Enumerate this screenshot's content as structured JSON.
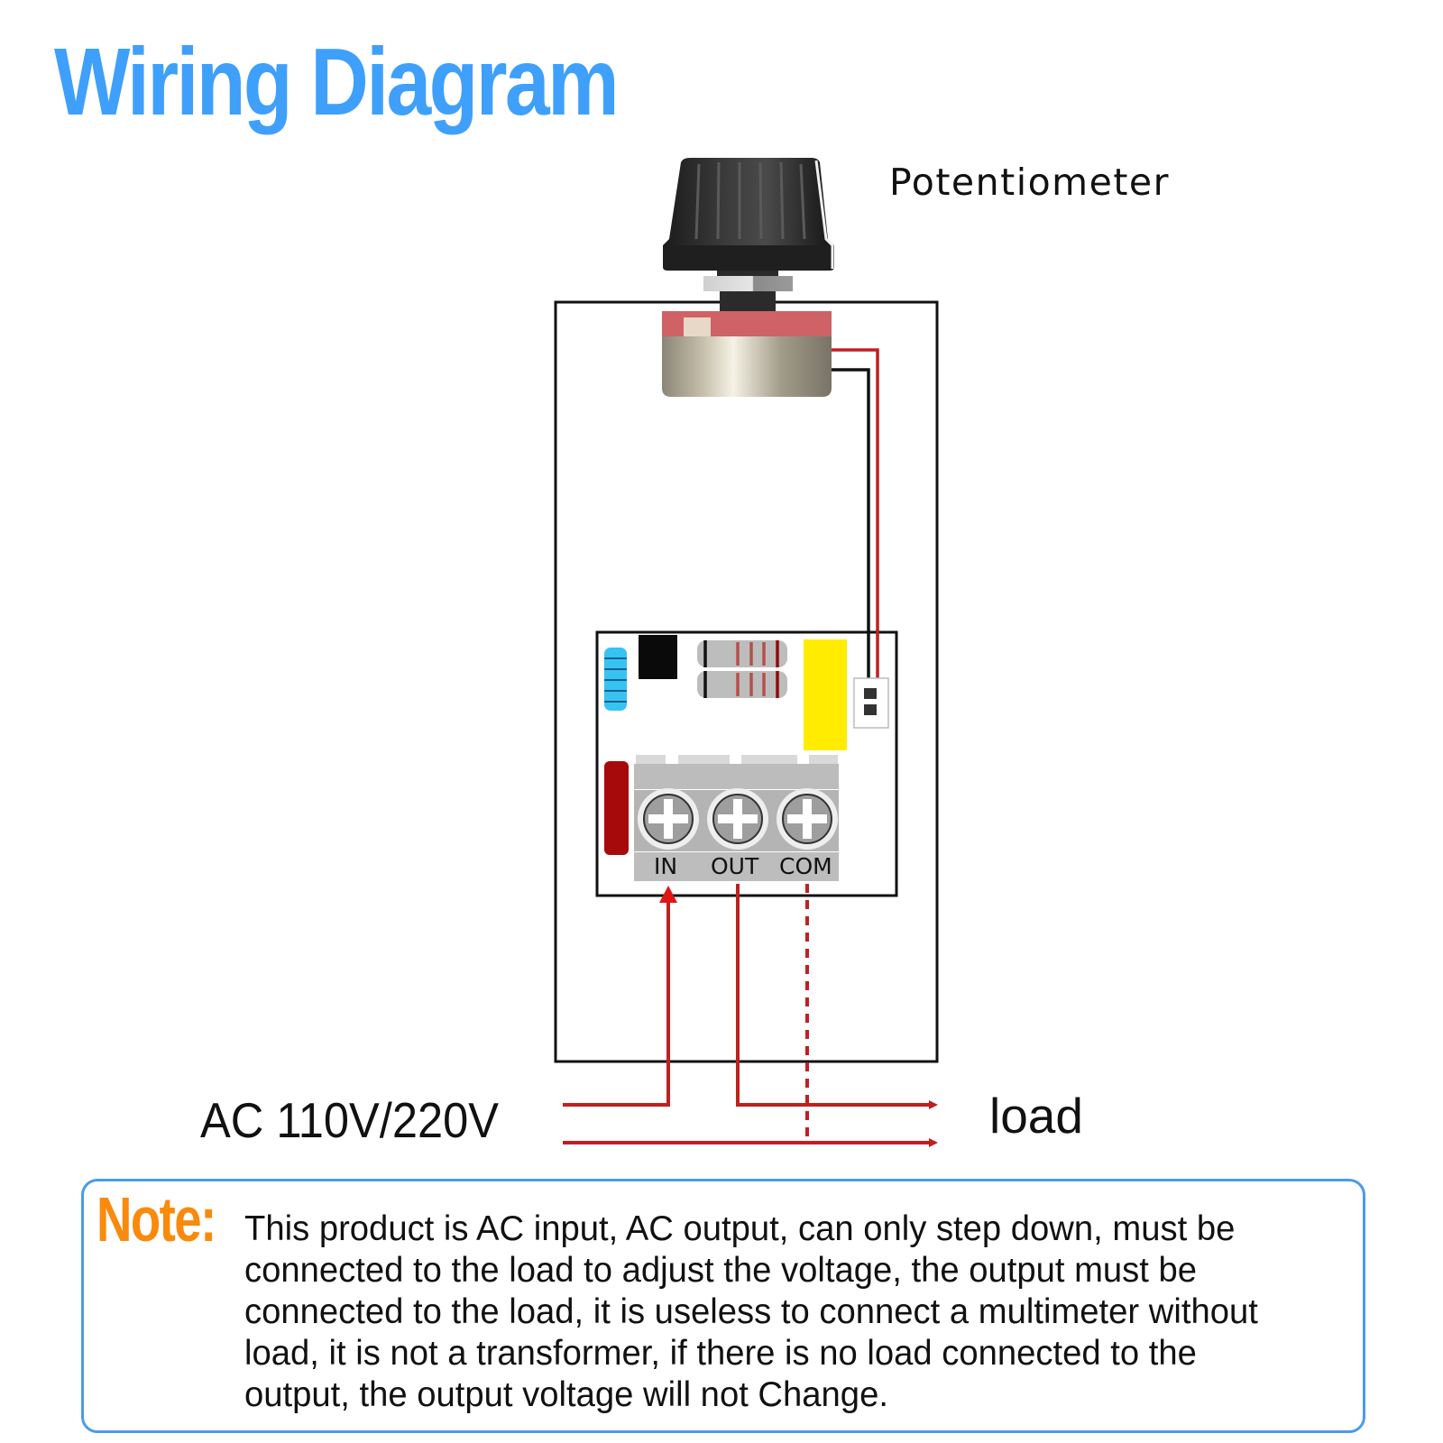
{
  "title": "Wiring Diagram",
  "potentiometer": {
    "label": "Potentiometer",
    "wires": [
      "red",
      "black"
    ]
  },
  "board": {
    "terminals": [
      {
        "label": "IN",
        "icon": "screw-terminal-icon"
      },
      {
        "label": "OUT",
        "icon": "screw-terminal-icon"
      },
      {
        "label": "COM",
        "icon": "screw-terminal-icon"
      }
    ],
    "components": [
      "blue-resistor",
      "black-chip",
      "resistor-pair",
      "yellow-capacitor",
      "pot-connector",
      "red-capacitor"
    ]
  },
  "supply": {
    "label": "AC 110V/220V"
  },
  "load": {
    "label": "load"
  },
  "note": {
    "heading": "Note:",
    "text": "This product is AC input, AC output, can only step down, must be connected to the load to adjust the voltage, the output must be connected to the load, it is useless to connect a multimeter without load, it is not a transformer, if there is no load connected to the output, the output voltage will not Change."
  },
  "colors": {
    "title": "#3fa0fb",
    "note_heading": "#f98a0c",
    "note_border": "#4a9be8",
    "wire_red": "#c0201f",
    "wire_black": "#111111"
  }
}
